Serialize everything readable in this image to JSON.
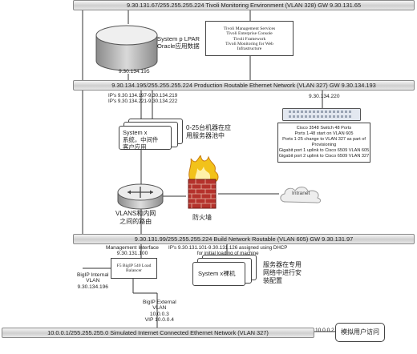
{
  "buses": {
    "top": "9.30.131.67/255.255.255.224 Tivoli Monitoring Environment (VLAN 328) GW 9.30.131.65",
    "production": "9.30.134.195/255.255.255.224 Production Routable Ethernet Network (VLAN 327) GW 9.30.134.193",
    "build": "9.30.131.99/255.255.255.224 Build Network Routable (VLAN 605) GW 9.30.131.97",
    "internet": "10.0.0.1/255.255.255.0 Simulated Internet Connected Ethernet Network (VLAN 327)"
  },
  "lpar": {
    "label_line1": "System p LPAR",
    "label_line2": "Oracle应用数据",
    "ip": "9.30.134.195"
  },
  "tivoli_box": {
    "lines": [
      "Tivoli Management Services",
      "Tivoli Enterprise Console",
      "Tivoli Framework",
      "Tivoli Monitoring for Web",
      "Infrastructure"
    ]
  },
  "production_ips": {
    "line1": "IP's 9.30.134.197-9.30.134.219",
    "line2": "IP's 9.30.134.221-9.30.134.222"
  },
  "systemx_app": {
    "line1": "System x",
    "line2": "系统，中间件",
    "line3": "客户应用"
  },
  "pool_label": {
    "line1": "0-25台机器在应",
    "line2": "用服务器池中"
  },
  "switch": {
    "ip": "9.30.134.220",
    "lines": [
      "Cisco 3548 Switch 48 Ports",
      "Ports 1-48 start on VLAN 605",
      "Ports 1-25 change to VLAN 327 as part of",
      "Provisioning",
      "Gigabit port 1 uplink to Cisco 6509 VLAN 605",
      "Gigabit port 2 uplink to Cisco 6509 VLAN 327"
    ]
  },
  "router": {
    "line1": "VLANS和内网",
    "line2": "之间的路由"
  },
  "firewall": {
    "label": "防火墙"
  },
  "intranet": {
    "label": "Intranet"
  },
  "mgmt": {
    "label": "Management Interface",
    "ip": "9.30.131.100"
  },
  "bigip_internal": {
    "line1": "BigIP Internal",
    "line2": "VLAN",
    "line3": "9.30.134.196"
  },
  "f5_box": {
    "line1": "F5 BigIP 540 Load",
    "line2": "Balancer"
  },
  "dhcp": {
    "line1": "IP's 9.30.131.101-9.30.131.126 assigned using DHCP",
    "line2": "for initial loading of machine"
  },
  "systemx_bare": {
    "label": "System x裸机"
  },
  "install_label": {
    "line1": "服务器在专用",
    "line2": "网络中进行安",
    "line3": "装配置"
  },
  "bigip_external": {
    "line1": "BigIP External",
    "line2": "VLAN",
    "line3": "10.0.0.3",
    "line4": "VIP 10.0.0.4"
  },
  "sim_user": {
    "ip": "10.0.0.2",
    "label": "模拟用户访问"
  },
  "colors": {
    "bus_fill": "#dcdcdc",
    "firewall_brick": "#b5322c",
    "flame": "#f2c21a",
    "switch_fill": "#e3e8f0"
  }
}
